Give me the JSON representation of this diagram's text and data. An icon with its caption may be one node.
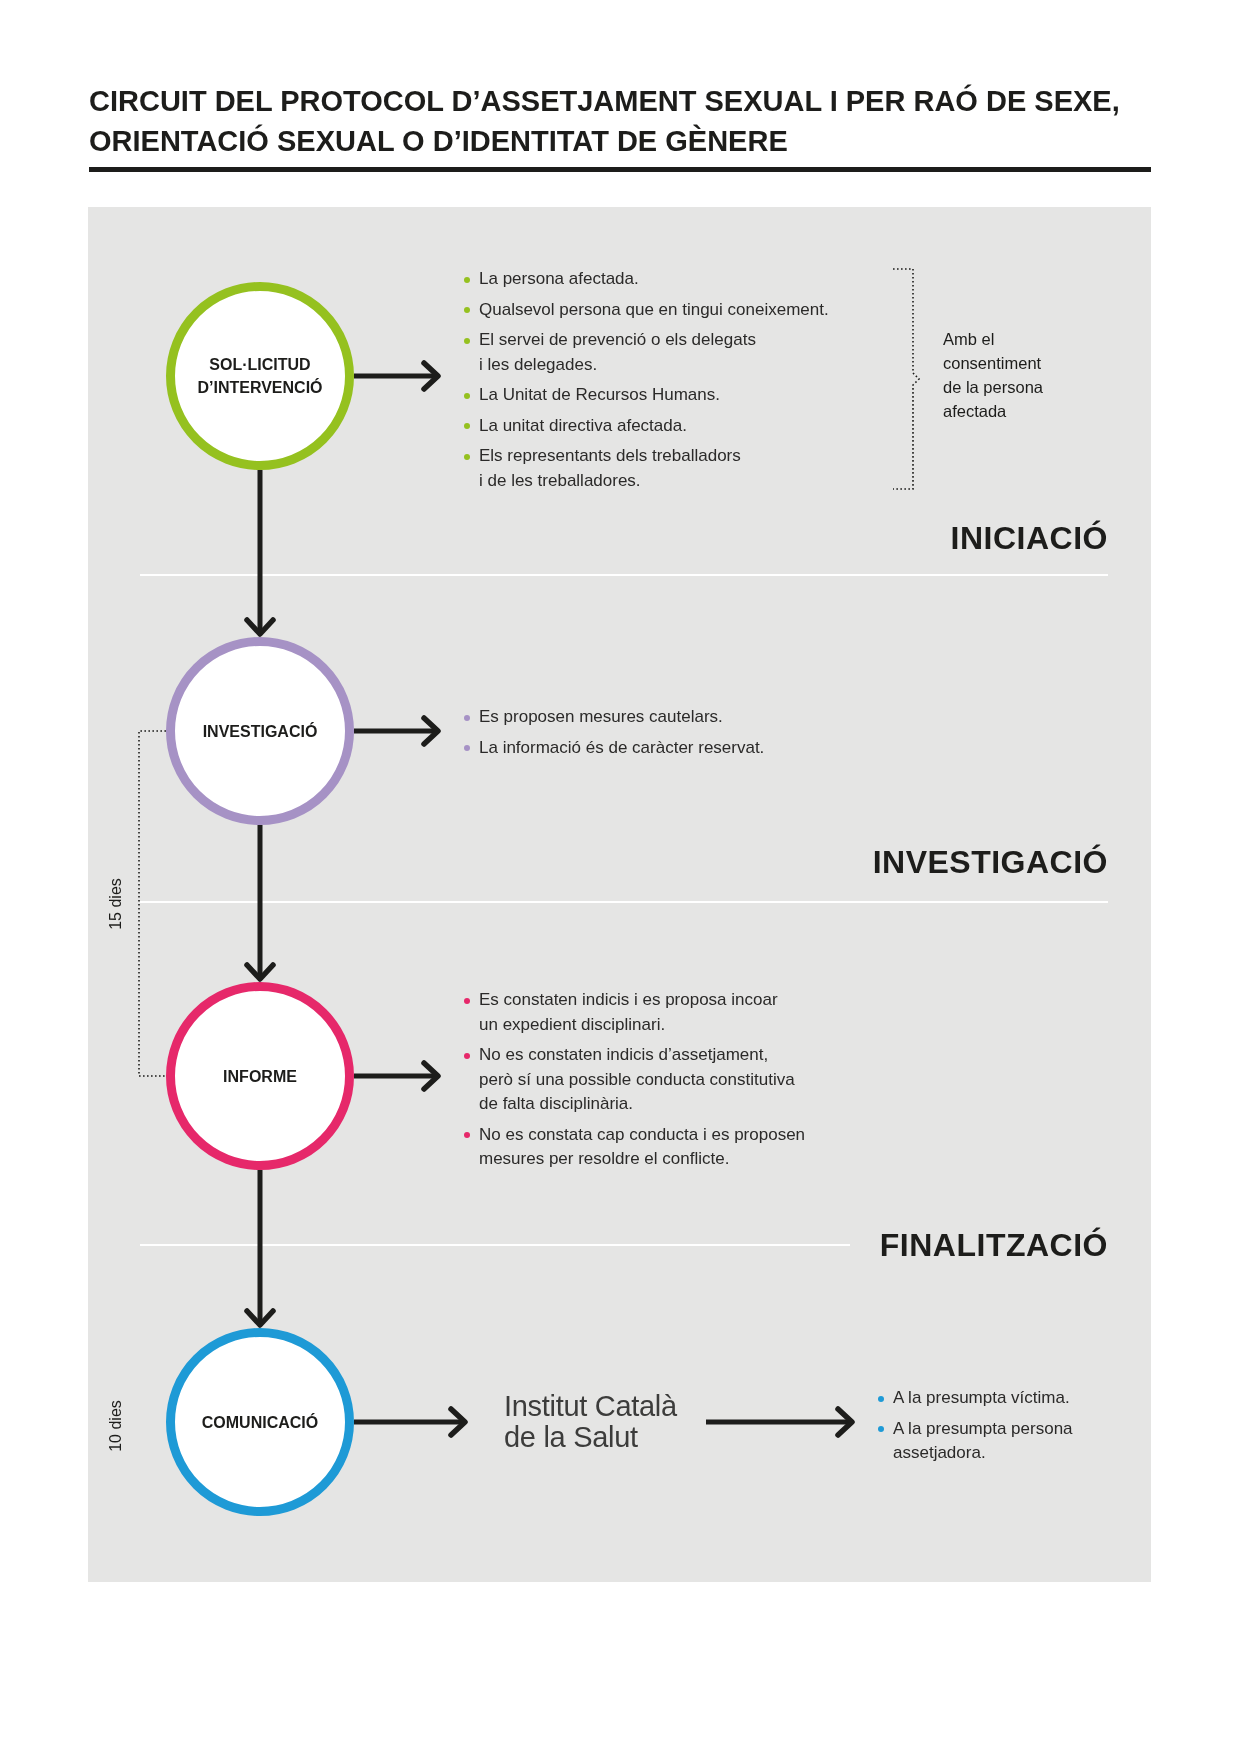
{
  "diagram": {
    "title": "CIRCUIT DEL PROTOCOL D’ASSETJAMENT SEXUAL I PER RAÓ DE SEXE, ORIENTACIÓ SEXUAL O D’IDENTITAT DE GÈNERE",
    "nodes": [
      {
        "text": [
          "SOL·LICITUD D’INTERVENCIÓ"
        ]
      },
      {
        "text": [
          "La persona afectada.",
          "Qualsevol persona que en tingui coneixement.",
          "El servei de prevenció o els delegats i les delegades.",
          "La Unitat de Recursos Humans.",
          "La unitat directiva afectada.",
          "Els representants dels treballadors i de les treballadores."
        ]
      },
      {
        "text": [
          "INVESTIGACIÓ"
        ]
      },
      {
        "text": [
          "Es proposen mesures cautelars.",
          "La informació és de caràcter reservat."
        ]
      },
      {
        "text": [
          "INFORME"
        ]
      },
      {
        "text": [
          "Es constaten indicis i es proposa incoar un expedient disciplinari.",
          "No es constaten indicis d’assetjament, però sí una possible conducta constitutiva de falta disciplinària.",
          "No es constata cap conducta i es proposen mesures per resoldre el conflicte."
        ]
      },
      {
        "text": [
          "COMUNICACIÓ"
        ]
      },
      {
        "text": [
          "Institut Català de la Salut"
        ]
      },
      {
        "text": [
          "A la presumpta víctima.",
          "A la presumpta persona assetjadora."
        ]
      }
    ],
    "edges": [
      {
        "from": 0,
        "to": 1,
        "arrow": "to"
      },
      {
        "from": 0,
        "to": 2,
        "arrow": "to"
      },
      {
        "from": 2,
        "to": 3,
        "arrow": "to"
      },
      {
        "from": 2,
        "to": 4,
        "arrow": "to"
      },
      {
        "from": 4,
        "to": 5,
        "arrow": "to"
      },
      {
        "from": 4,
        "to": 6,
        "arrow": "to"
      },
      {
        "from": 6,
        "to": 7,
        "arrow": "to"
      },
      {
        "from": 7,
        "to": 8,
        "arrow": "to"
      }
    ],
    "labels": [
      "Amb el consentiment de la persona afectada",
      "INICIACIÓ",
      "INVESTIGACIÓ",
      "15 dies",
      "FINALITZACIÓ",
      "10 dies"
    ]
  }
}
